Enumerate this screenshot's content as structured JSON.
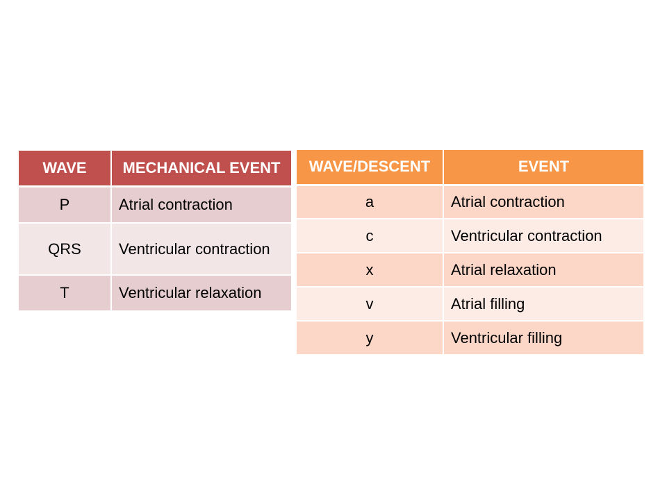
{
  "ecg_table": {
    "headers": [
      "WAVE",
      "MECHANICAL EVENT"
    ],
    "rows": [
      {
        "wave": "P",
        "event": "Atrial contraction"
      },
      {
        "wave": "QRS",
        "event": "Ventricular contraction"
      },
      {
        "wave": "T",
        "event": "Ventricular relaxation"
      }
    ],
    "colors": {
      "header": "#c0504d",
      "row_odd": "#e6ced0",
      "row_even": "#f2e6e7"
    }
  },
  "jvp_table": {
    "headers": [
      "WAVE/DESCENT",
      "EVENT"
    ],
    "rows": [
      {
        "wave": "a",
        "event": "Atrial contraction"
      },
      {
        "wave": "c",
        "event": "Ventricular contraction"
      },
      {
        "wave": "x",
        "event": "Atrial relaxation"
      },
      {
        "wave": "v",
        "event": "Atrial filling"
      },
      {
        "wave": "y",
        "event": "Ventricular filling"
      }
    ],
    "colors": {
      "header": "#f79646",
      "row_odd": "#fcd7c8",
      "row_even": "#fdece6"
    }
  }
}
